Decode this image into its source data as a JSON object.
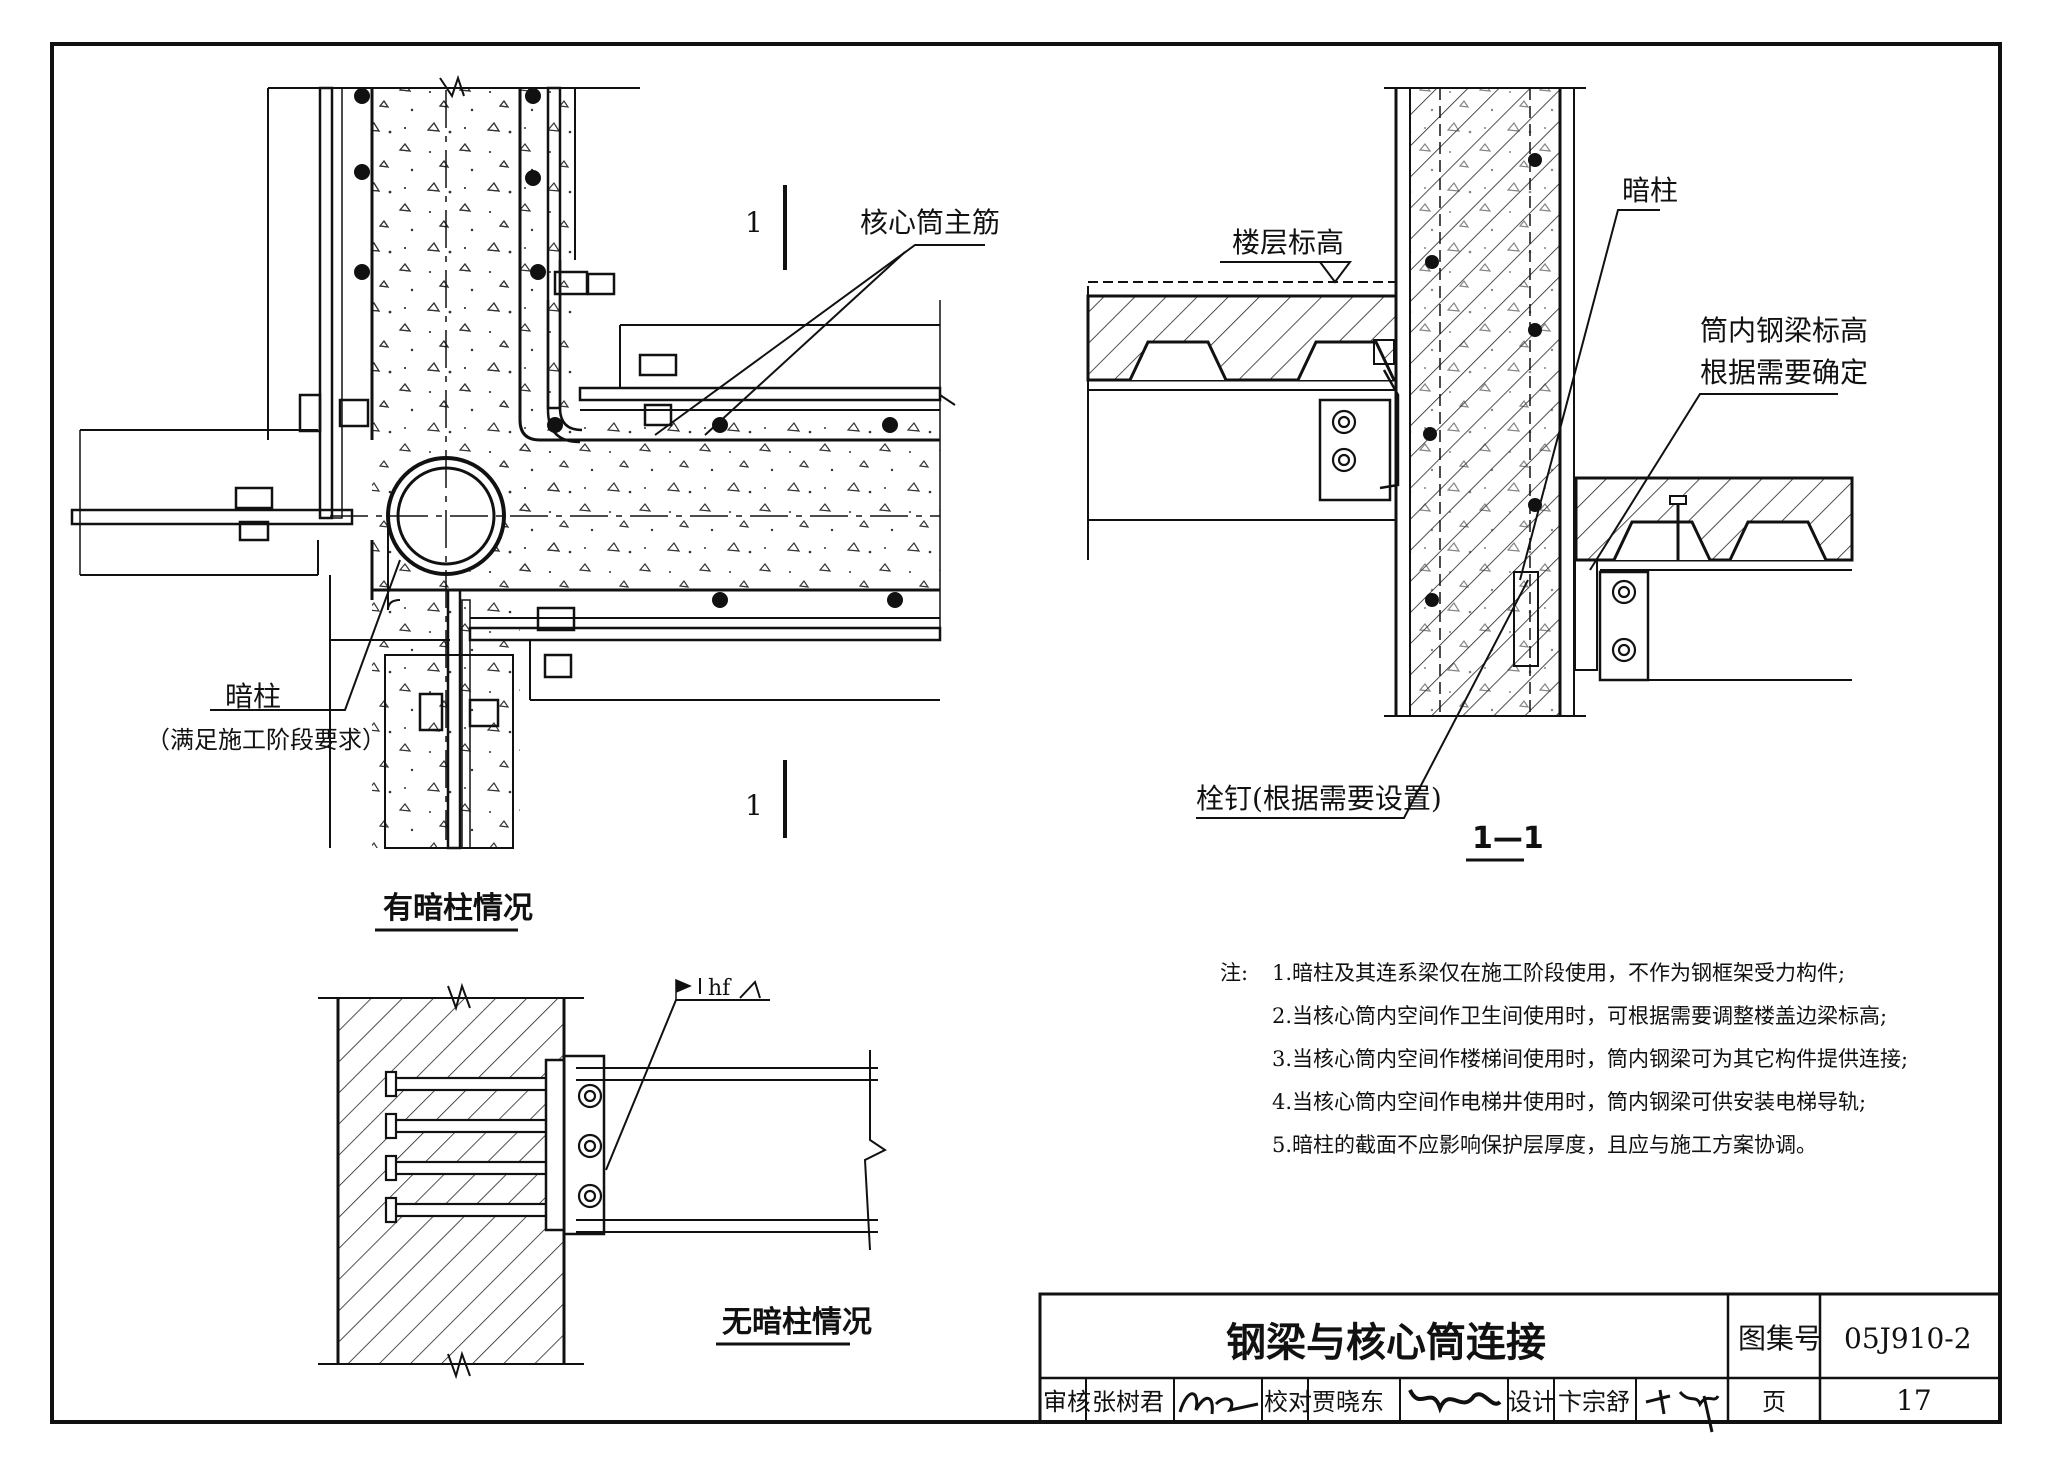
{
  "detail_top": {
    "title": "有暗柱情况",
    "section_mark": "1",
    "label_main_rebar": "核心筒主筋",
    "label_hidden_column": "暗柱",
    "label_hidden_column_note": "（满足施工阶段要求）"
  },
  "detail_bottom": {
    "title": "无暗柱情况",
    "weld_symbol": "hf"
  },
  "section_1_1": {
    "title": "1—1",
    "label_floor_level": "楼层标高",
    "label_hidden_column": "暗柱",
    "label_beam_level_1": "筒内钢梁标高",
    "label_beam_level_2": "根据需要确定",
    "label_stud": "栓钉(根据需要设置)"
  },
  "notes": {
    "prefix": "注:",
    "items": [
      "1.暗柱及其连系梁仅在施工阶段使用，不作为钢框架受力构件;",
      "2.当核心筒内空间作卫生间使用时，可根据需要调整楼盖边梁标高;",
      "3.当核心筒内空间作楼梯间使用时，筒内钢梁可为其它构件提供连接;",
      "4.当核心筒内空间作电梯井使用时，筒内钢梁可供安装电梯导轨;",
      "5.暗柱的截面不应影响保护层厚度，且应与施工方案协调。"
    ]
  },
  "title_block": {
    "drawing_title": "钢梁与核心筒连接",
    "atlas_label": "图集号",
    "atlas_number": "05J910-2",
    "review_label": "审核",
    "review_name": "张树君",
    "check_label": "校对",
    "check_name": "贾晓东",
    "design_label": "设计",
    "design_name": "卞宗舒",
    "page_label": "页",
    "page_number": "17"
  }
}
